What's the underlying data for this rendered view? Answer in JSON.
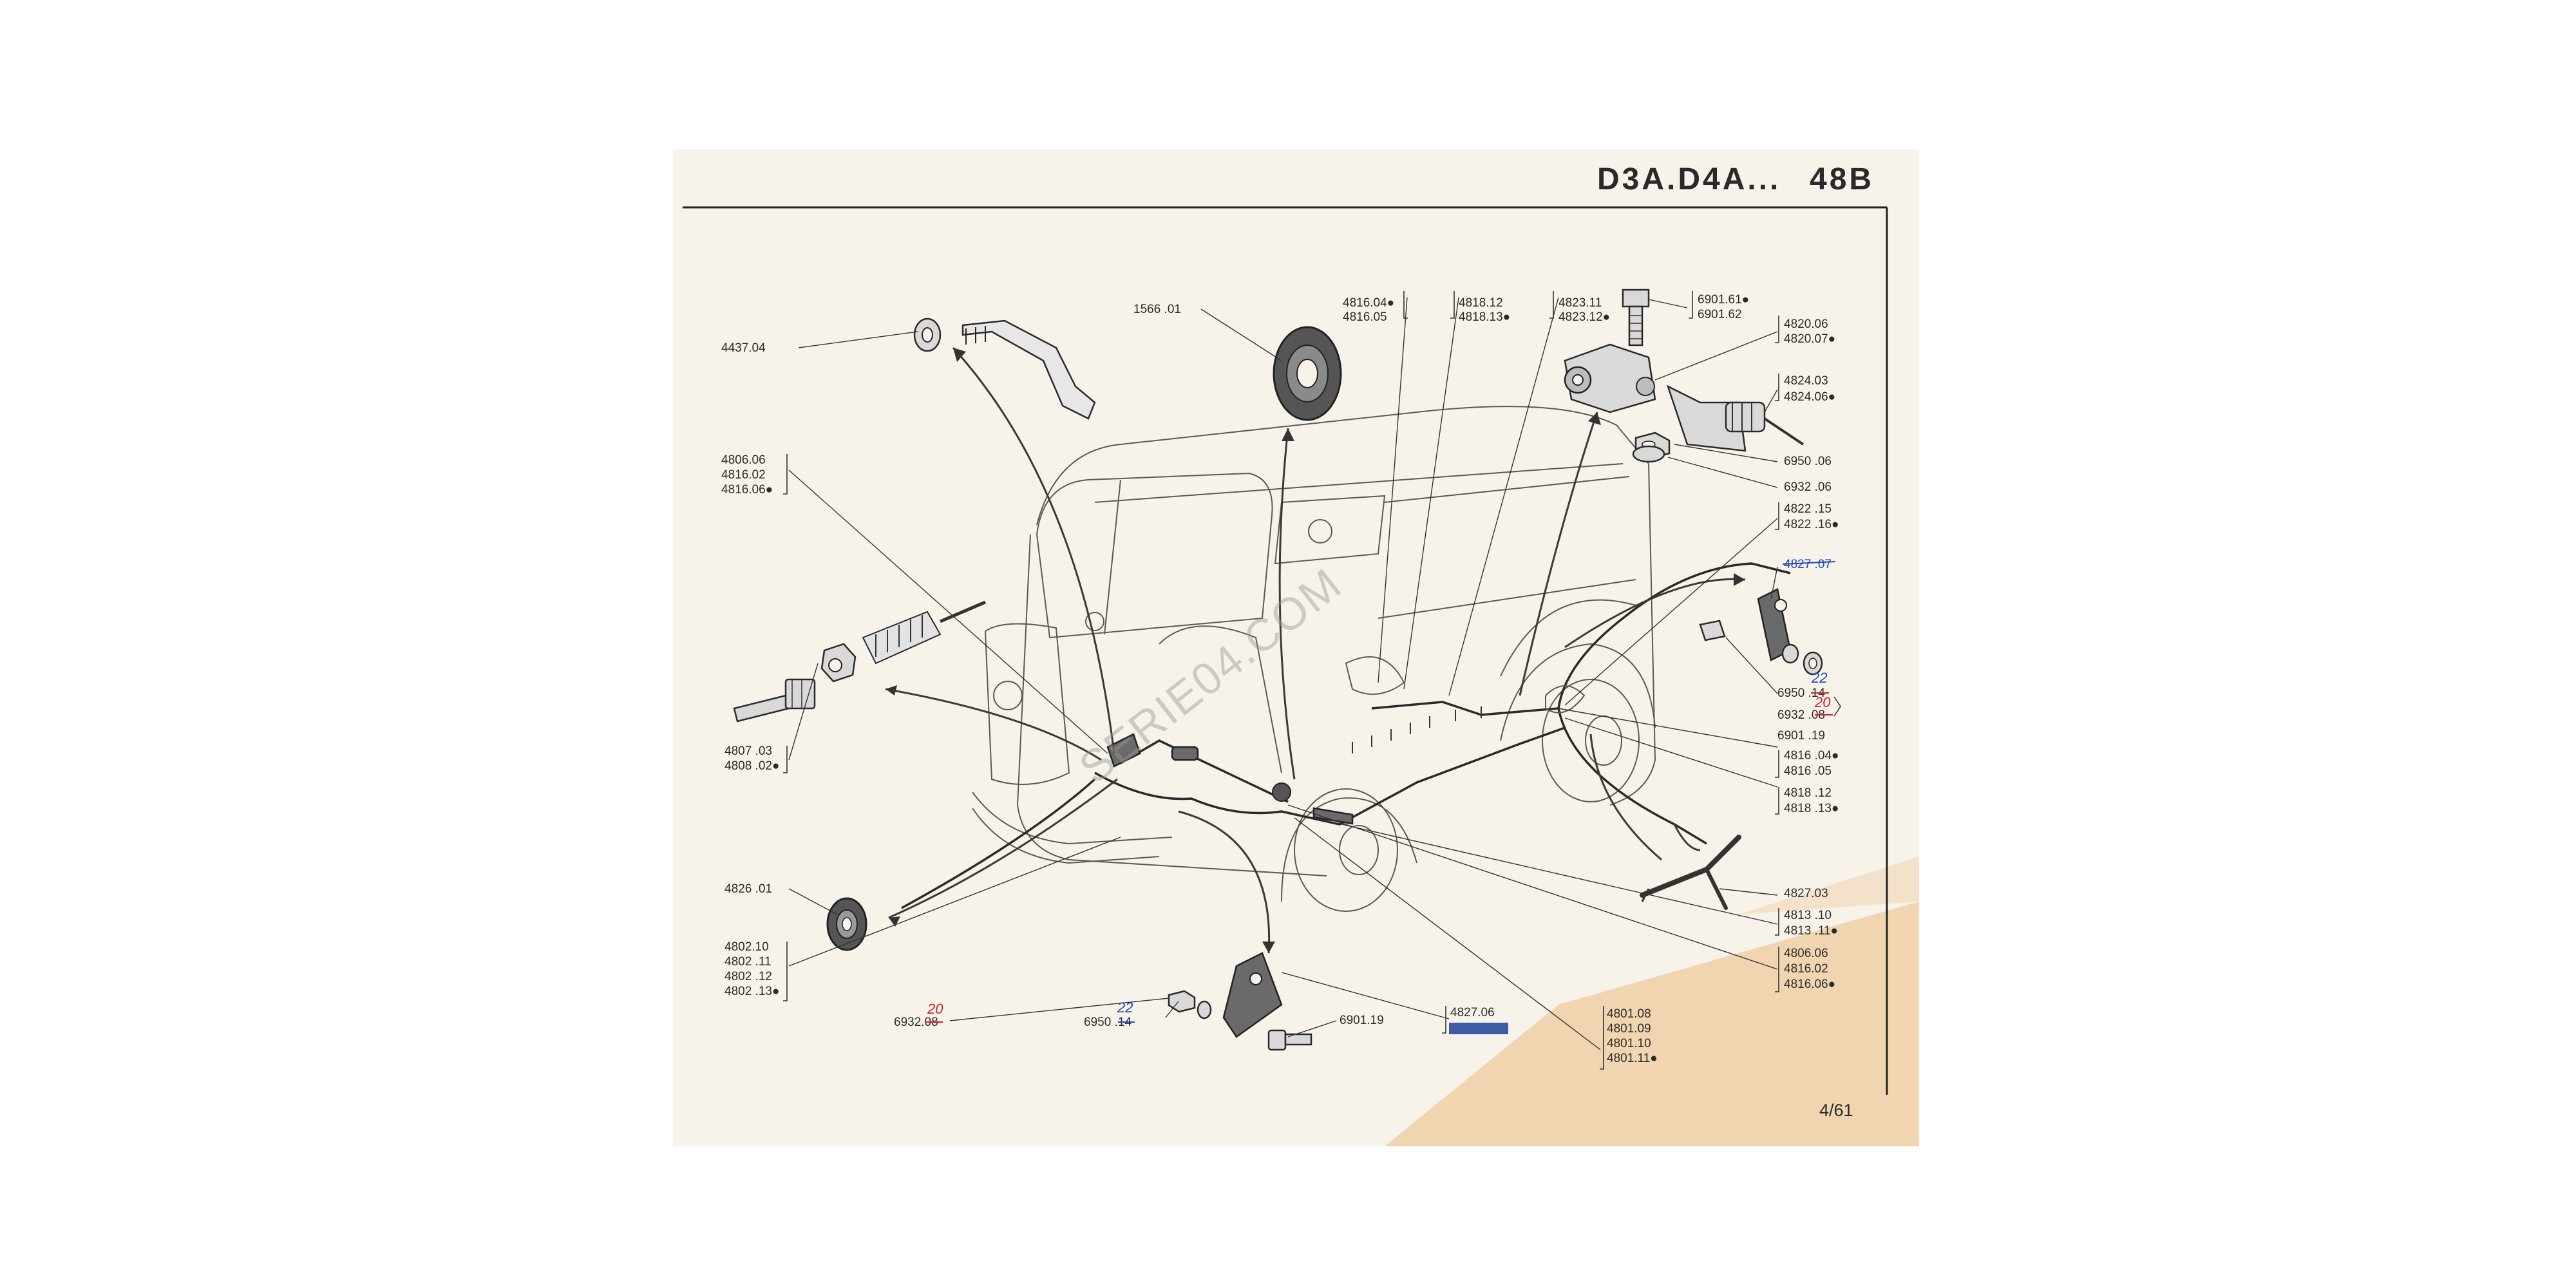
{
  "header": {
    "model": "D3A.D4A...",
    "section": "48B"
  },
  "page_number": "4/61",
  "watermark": "SERIE04.COM",
  "parts": {
    "p4437": [
      "4437.04"
    ],
    "p1566": [
      "1566 .01"
    ],
    "p4816a": [
      "4816.04●",
      "4816.05"
    ],
    "p4818a": [
      "4818.12",
      "4818.13●"
    ],
    "p4823": [
      "4823.11",
      "4823.12●"
    ],
    "p6901top": [
      "6901.61●",
      "6901.62"
    ],
    "p4820": [
      "4820.06",
      "4820.07●"
    ],
    "p4824": [
      "4824.03",
      "4824.06●"
    ],
    "p6950top": [
      "6950 .06"
    ],
    "p6932top": [
      "6932 .06"
    ],
    "p4822": [
      "4822 .15",
      "4822 .16●"
    ],
    "p4827a": [
      "4827 .07"
    ],
    "p6950mid": [
      "6950 .14"
    ],
    "p6932mid": [
      "6932 .08"
    ],
    "p6901mid": [
      "6901 .19"
    ],
    "p4816b": [
      "4816 .04●",
      "4816 .05"
    ],
    "p4818b": [
      "4818 .12",
      "4818 .13●"
    ],
    "p4827b": [
      "4827.03"
    ],
    "p4813": [
      "4813 .10",
      "4813 .11●"
    ],
    "p4806b": [
      "4806.06",
      "4816.02",
      "4816.06●"
    ],
    "p4801": [
      "4801.08",
      "4801.09",
      "4801.10",
      "4801.11●"
    ],
    "p4827c": [
      "4827.06"
    ],
    "p6901bot": [
      "6901.19"
    ],
    "p6950bot": [
      "6950 .14"
    ],
    "p6932bot": [
      "6932.08"
    ],
    "p4802": [
      "4802.10",
      "4802 .11",
      "4802 .12",
      "4802 .13●"
    ],
    "p4826": [
      "4826 .01"
    ],
    "p4807": [
      "4807 .03",
      "4808 .02●"
    ],
    "p4806a": [
      "4806.06",
      "4816.02",
      "4816.06●"
    ]
  },
  "annotations": {
    "mid_6950_fix": "22",
    "mid_6932_fix": "20",
    "bot_6950_fix": "22",
    "bot_6932_fix": "20"
  },
  "colors": {
    "paper": "#f7f3ea",
    "tape": "#f0cfa6",
    "pen_red": "#c8202a",
    "pen_blue": "#2048b8"
  }
}
